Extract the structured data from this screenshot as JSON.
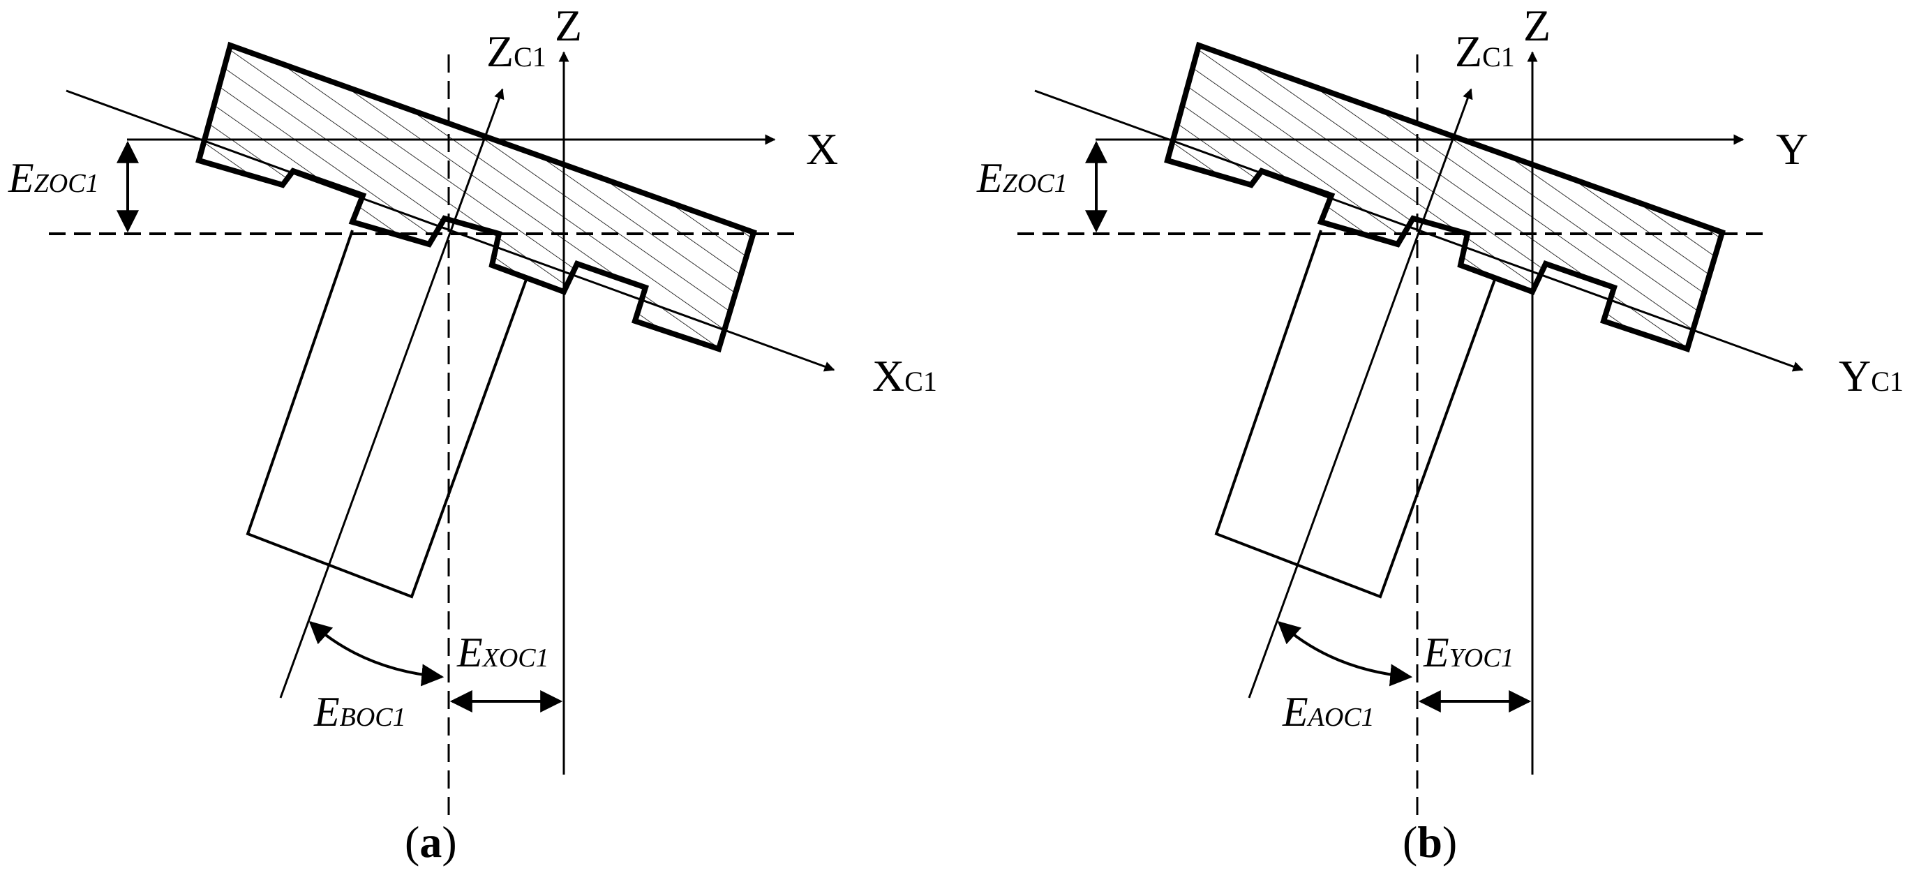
{
  "panels": [
    {
      "id": "a",
      "horizontal_axis": "X",
      "tilted_horizontal_axis": {
        "main": "X",
        "sub": "C1"
      },
      "vertical_axis": "Z",
      "tilted_vertical_axis": {
        "main": "Z",
        "sub": "C1"
      },
      "offset_vertical_label": {
        "main": "E",
        "sub": "ZOC1"
      },
      "offset_horizontal_label": {
        "main": "E",
        "sub": "XOC1"
      },
      "angle_label": {
        "main": "E",
        "sub": "BOC1"
      },
      "caption": {
        "open": "(",
        "letter": "a",
        "close": ")"
      }
    },
    {
      "id": "b",
      "horizontal_axis": "Y",
      "tilted_horizontal_axis": {
        "main": "Y",
        "sub": "C1"
      },
      "vertical_axis": "Z",
      "tilted_vertical_axis": {
        "main": "Z",
        "sub": "C1"
      },
      "offset_vertical_label": {
        "main": "E",
        "sub": "ZOC1"
      },
      "offset_horizontal_label": {
        "main": "E",
        "sub": "YOC1"
      },
      "angle_label": {
        "main": "E",
        "sub": "AOC1"
      },
      "caption": {
        "open": "(",
        "letter": "b",
        "close": ")"
      }
    }
  ],
  "colors": {
    "stroke": "#000000",
    "background": "#ffffff"
  }
}
